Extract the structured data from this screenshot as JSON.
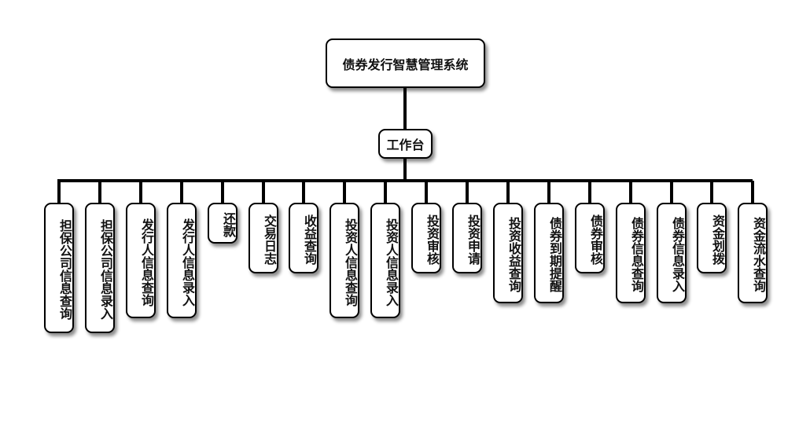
{
  "diagram": {
    "type": "org-chart",
    "root": {
      "label": "债券发行智慧管理系统"
    },
    "hub": {
      "label": "工作台"
    },
    "children": [
      {
        "label": "担保公司信息查询"
      },
      {
        "label": "担保公司信息录入"
      },
      {
        "label": "发行人信息查询"
      },
      {
        "label": "发行人信息录入"
      },
      {
        "label": "还款"
      },
      {
        "label": "交易日志"
      },
      {
        "label": "收益查询"
      },
      {
        "label": "投资人信息查询"
      },
      {
        "label": "投资人信息录入"
      },
      {
        "label": "投资审核"
      },
      {
        "label": "投资申请"
      },
      {
        "label": "投资收益查询"
      },
      {
        "label": "债券到期提醒"
      },
      {
        "label": "债券审核"
      },
      {
        "label": "债券信息查询"
      },
      {
        "label": "债券信息录入"
      },
      {
        "label": "资金划拨"
      },
      {
        "label": "资金流水查询"
      }
    ],
    "colors": {
      "line": "#000000",
      "node_fill": "#ffffff",
      "node_border": "#000000",
      "text": "#111111"
    }
  }
}
